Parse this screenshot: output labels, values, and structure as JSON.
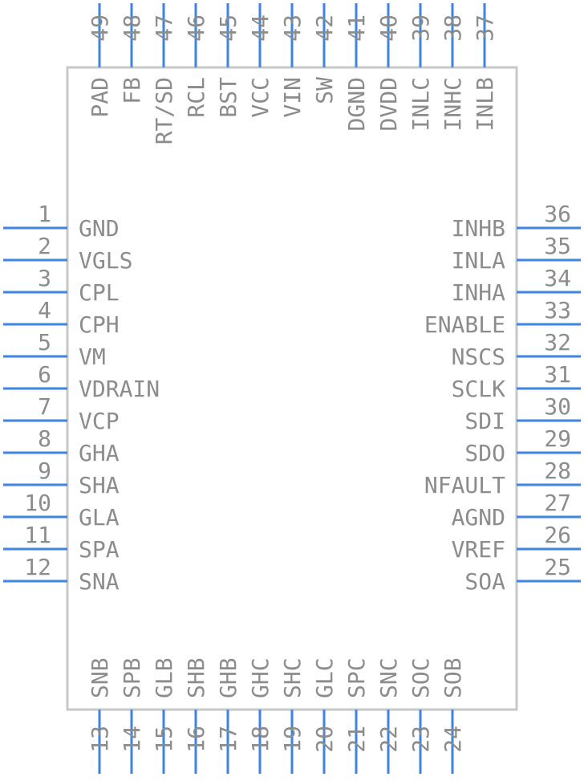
{
  "component": {
    "body_color": "#c8c8c8",
    "pin_color": "#3d85e0",
    "text_color": "#8c8c8c",
    "pins": {
      "left": [
        {
          "number": "1",
          "name": "GND"
        },
        {
          "number": "2",
          "name": "VGLS"
        },
        {
          "number": "3",
          "name": "CPL"
        },
        {
          "number": "4",
          "name": "CPH"
        },
        {
          "number": "5",
          "name": "VM"
        },
        {
          "number": "6",
          "name": "VDRAIN"
        },
        {
          "number": "7",
          "name": "VCP"
        },
        {
          "number": "8",
          "name": "GHA"
        },
        {
          "number": "9",
          "name": "SHA"
        },
        {
          "number": "10",
          "name": "GLA"
        },
        {
          "number": "11",
          "name": "SPA"
        },
        {
          "number": "12",
          "name": "SNA"
        }
      ],
      "bottom": [
        {
          "number": "13",
          "name": "SNB"
        },
        {
          "number": "14",
          "name": "SPB"
        },
        {
          "number": "15",
          "name": "GLB"
        },
        {
          "number": "16",
          "name": "SHB"
        },
        {
          "number": "17",
          "name": "GHB"
        },
        {
          "number": "18",
          "name": "GHC"
        },
        {
          "number": "19",
          "name": "SHC"
        },
        {
          "number": "20",
          "name": "GLC"
        },
        {
          "number": "21",
          "name": "SPC"
        },
        {
          "number": "22",
          "name": "SNC"
        },
        {
          "number": "23",
          "name": "SOC"
        },
        {
          "number": "24",
          "name": "SOB"
        }
      ],
      "right": [
        {
          "number": "25",
          "name": "SOA"
        },
        {
          "number": "26",
          "name": "VREF"
        },
        {
          "number": "27",
          "name": "AGND"
        },
        {
          "number": "28",
          "name": "NFAULT"
        },
        {
          "number": "29",
          "name": "SDO"
        },
        {
          "number": "30",
          "name": "SDI"
        },
        {
          "number": "31",
          "name": "SCLK"
        },
        {
          "number": "32",
          "name": "NSCS"
        },
        {
          "number": "33",
          "name": "ENABLE"
        },
        {
          "number": "34",
          "name": "INHA"
        },
        {
          "number": "35",
          "name": "INLA"
        },
        {
          "number": "36",
          "name": "INHB"
        }
      ],
      "top": [
        {
          "number": "37",
          "name": "INLB"
        },
        {
          "number": "38",
          "name": "INHC"
        },
        {
          "number": "39",
          "name": "INLC"
        },
        {
          "number": "40",
          "name": "DVDD"
        },
        {
          "number": "41",
          "name": "DGND"
        },
        {
          "number": "42",
          "name": "SW"
        },
        {
          "number": "43",
          "name": "VIN"
        },
        {
          "number": "44",
          "name": "VCC"
        },
        {
          "number": "45",
          "name": "BST"
        },
        {
          "number": "46",
          "name": "RCL"
        },
        {
          "number": "47",
          "name": "RT/SD"
        },
        {
          "number": "48",
          "name": "FB"
        },
        {
          "number": "49",
          "name": "PAD"
        }
      ]
    }
  }
}
